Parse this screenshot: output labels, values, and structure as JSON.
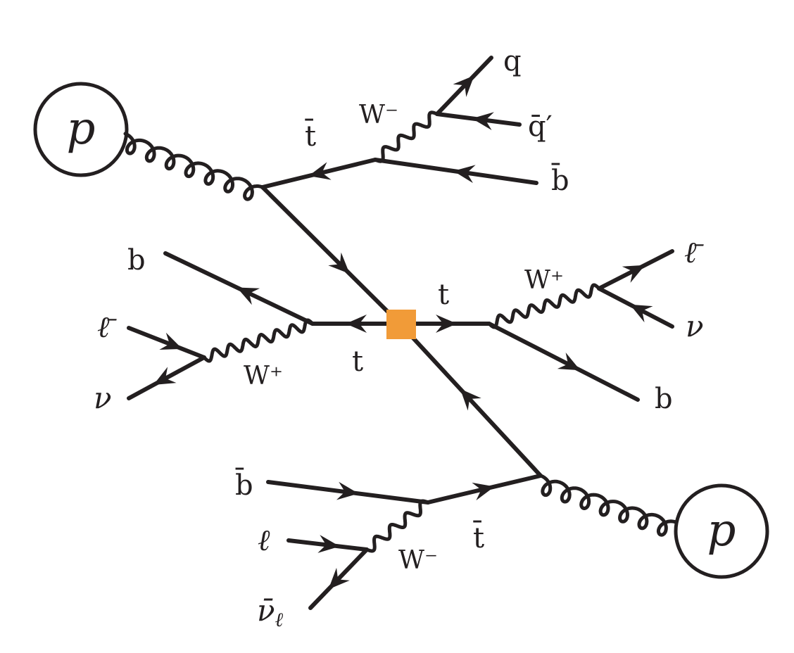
{
  "diagram": {
    "colors": {
      "ink": "#231f20",
      "vertex": "#f19b38",
      "background": "#ffffff"
    },
    "protons": [
      {
        "id": "proton-top",
        "label": "p"
      },
      {
        "id": "proton-bottom",
        "label": "p"
      }
    ],
    "labels": {
      "q": "q",
      "qbar_prime": "q̄′",
      "bbar_top": "b̄",
      "w_minus_top": "W⁻",
      "tbar_top": "t̄",
      "b_left": "b",
      "lbar_left": "ℓ̄",
      "nu_left": "ν",
      "w_plus_left": "W⁺",
      "t_left": "t",
      "t_right": "t",
      "w_plus_right": "W⁺",
      "lbar_right": "ℓ̄",
      "nu_right": "ν",
      "b_right": "b",
      "bbar_bottom": "b̄",
      "tbar_bottom": "t̄",
      "ell_bottom": "ℓ",
      "w_minus_bottom": "W⁻",
      "nubar_base": "ν̄",
      "nubar_sub": "ℓ"
    }
  }
}
